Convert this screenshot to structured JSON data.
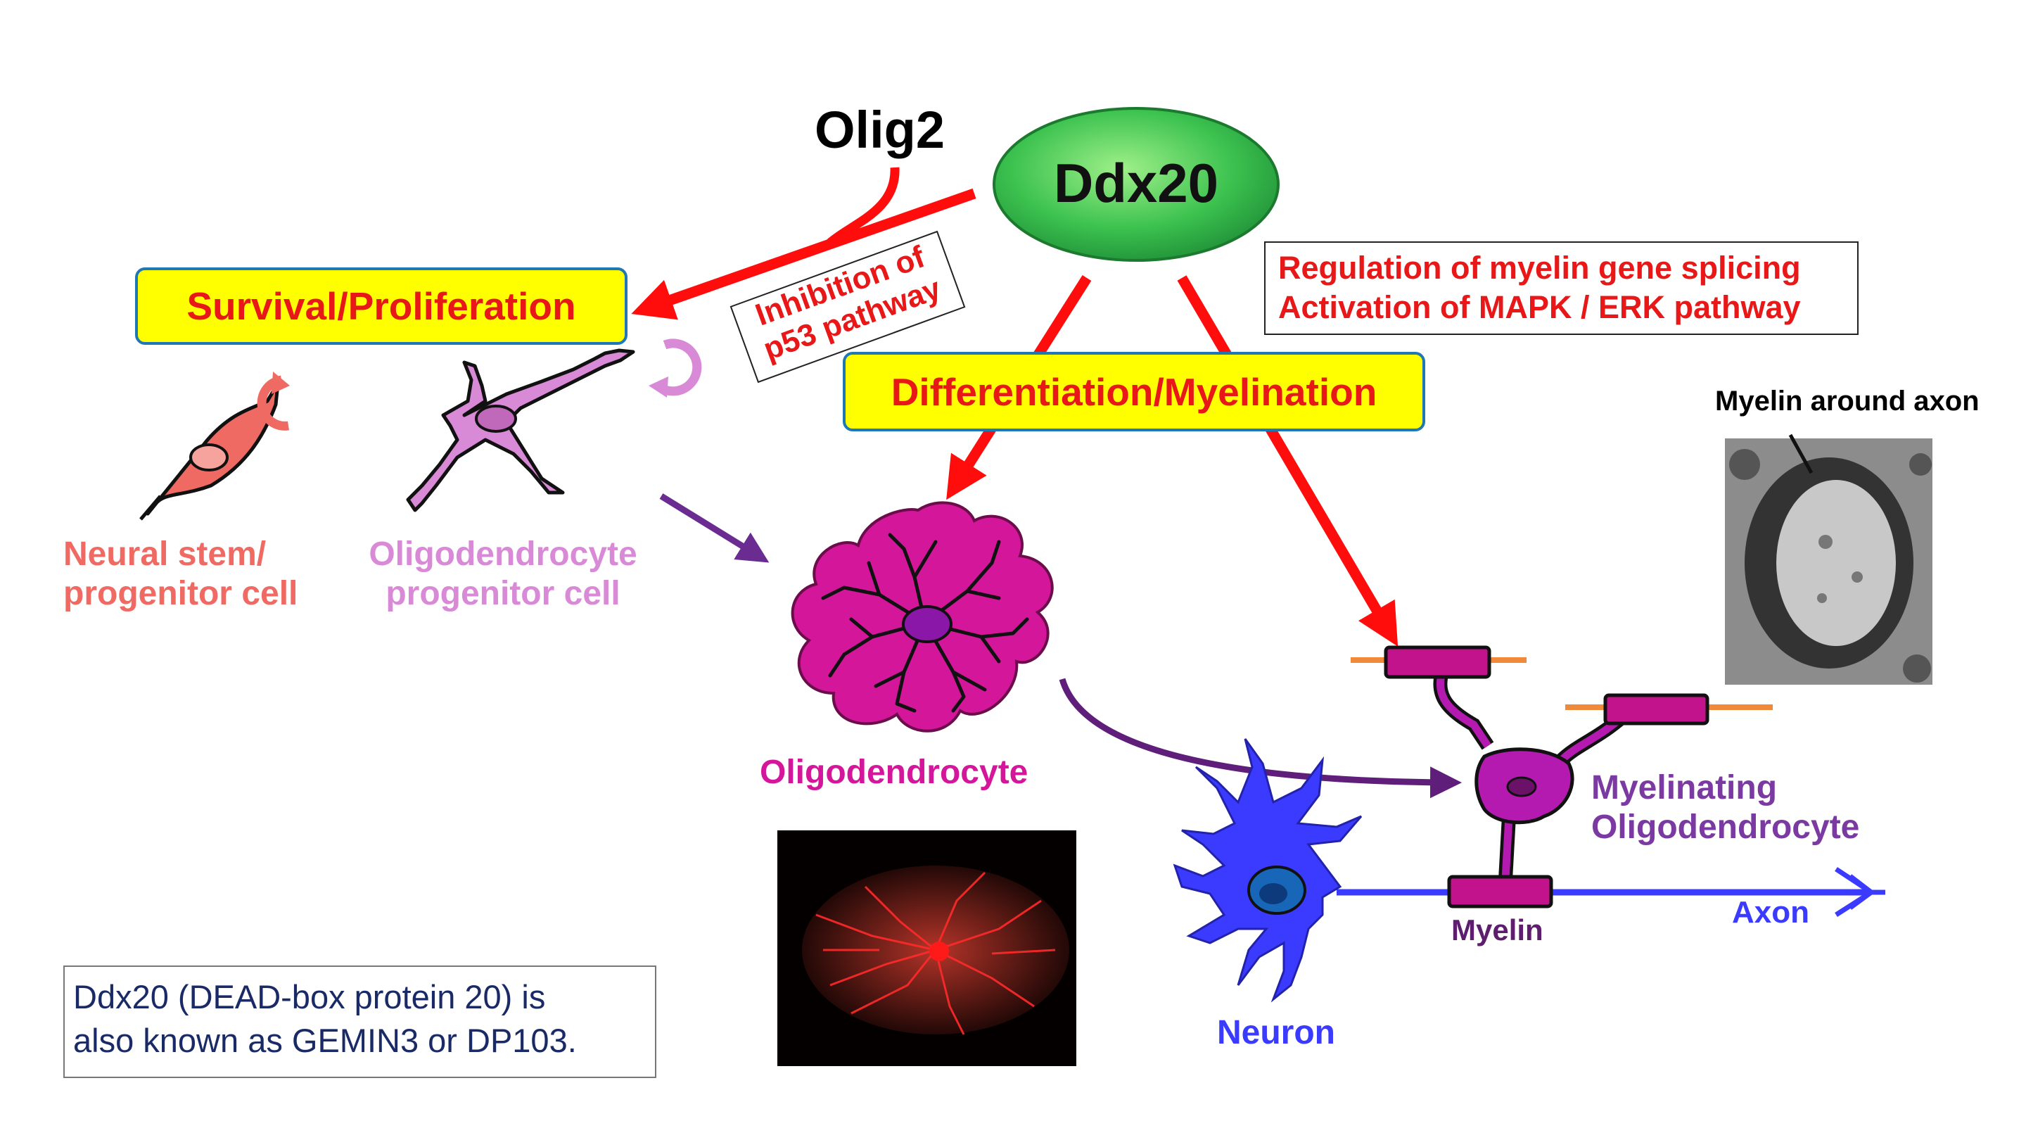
{
  "factors": {
    "olig2": "Olig2",
    "ddx20": "Ddx20"
  },
  "boxes": {
    "survival": "Survival/Proliferation",
    "differentiation": "Differentiation/Myelination",
    "inhibition_line1": "Inhibition of",
    "inhibition_line2": "p53 pathway",
    "regulation_line1": "Regulation of myelin gene splicing",
    "regulation_line2": "Activation of MAPK / ERK pathway"
  },
  "cells": {
    "nsc_line1": "Neural stem/",
    "nsc_line2": "progenitor cell",
    "opc_line1": "Oligodendrocyte",
    "opc_line2": "progenitor cell",
    "oligodendrocyte": "Oligodendrocyte",
    "myelinating_line1": "Myelinating",
    "myelinating_line2": "Oligodendrocyte",
    "myelin": "Myelin",
    "axon": "Axon",
    "neuron": "Neuron",
    "myelin_around_axon": "Myelin around axon"
  },
  "note": {
    "line1": "Ddx20 (DEAD-box protein 20) is",
    "line2": "also known as GEMIN3 or DP103."
  },
  "colors": {
    "arrow_red": "#ff0d0d",
    "arrow_purple": "#6a2c91",
    "box_fill": "#ffff00",
    "box_border": "#1f78b4",
    "ddx20_green": "#2db34a",
    "nsc_salmon": "#f06a64",
    "opc_pink": "#d98ad6",
    "oligo_magenta": "#d4179a",
    "myelinating_purple": "#7a3aa1",
    "neuron_blue": "#3b3bff",
    "myelin_orange": "#f08a3a"
  }
}
